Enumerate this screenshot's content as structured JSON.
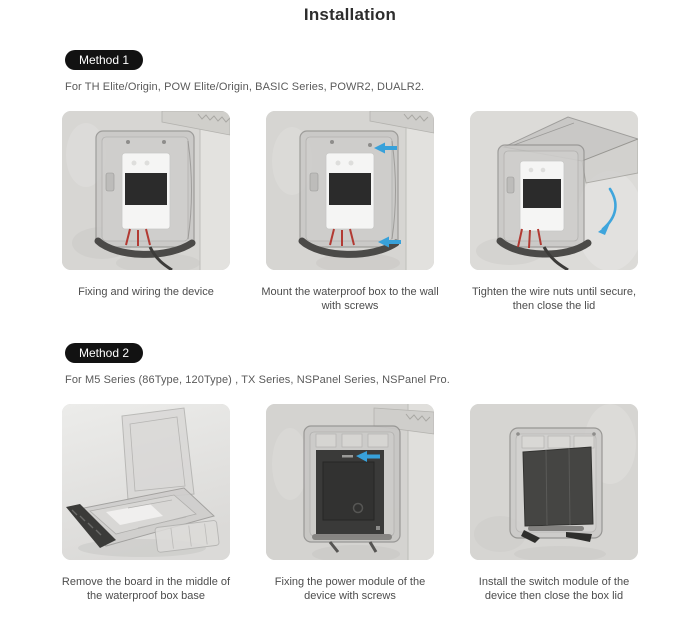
{
  "page": {
    "title": "Installation"
  },
  "colors": {
    "badge_bg": "#121212",
    "badge_text": "#ffffff",
    "heading_text": "#2d2d2d",
    "body_text": "#5a5a5a",
    "caption_text": "#4d4d4d",
    "arrow_blue": "#38a1da",
    "photo_wall_gray": "#d7d6d3"
  },
  "methods": [
    {
      "badge": "Method 1",
      "description": "For TH Elite/Origin, POW Elite/Origin, BASIC Series, POWR2, DUALR2.",
      "steps": [
        {
          "caption": "Fixing and wiring the device",
          "photo": "wall-box-device-wired"
        },
        {
          "caption": "Mount the waterproof box to the wall with screws",
          "photo": "wall-box-screw-arrows"
        },
        {
          "caption": "Tighten the wire nuts until secure, then close the lid",
          "photo": "wall-box-lid-open-close-arrow"
        }
      ]
    },
    {
      "badge": "Method 2",
      "description": "For M5 Series (86Type, 120Type) , TX Series, NSPanel Series, NSPanel Pro.",
      "steps": [
        {
          "caption": "Remove the board in the middle of the waterproof box base",
          "photo": "box-base-open-board-removed"
        },
        {
          "caption": "Fixing the power module of the device with screws",
          "photo": "wall-box-power-module-arrow"
        },
        {
          "caption": "Install the switch module of the device then close the box lid",
          "photo": "wall-box-switch-module-closed"
        }
      ]
    }
  ]
}
